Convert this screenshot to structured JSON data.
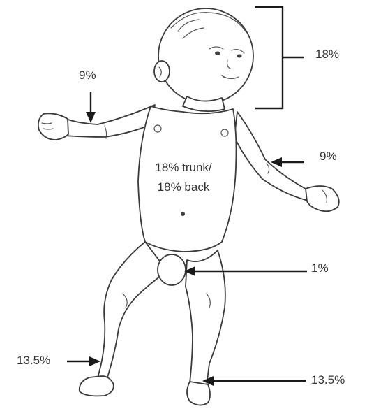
{
  "diagram": {
    "labels": {
      "head": "18%",
      "left_arm": "9%",
      "right_arm": "9%",
      "trunk_line1": "18% trunk/",
      "trunk_line2": "18% back",
      "genitals": "1%",
      "left_leg": "13.5%",
      "right_leg": "13.5%"
    }
  }
}
